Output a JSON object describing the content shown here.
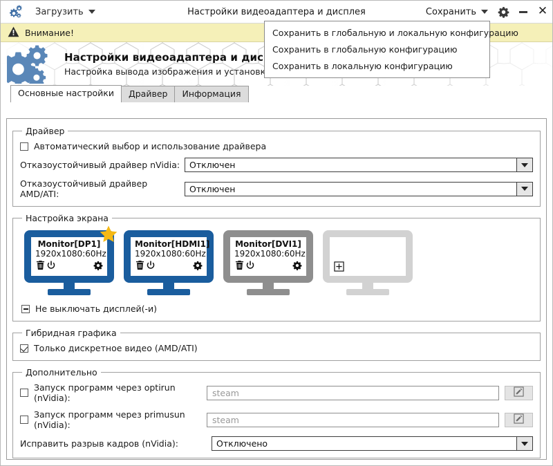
{
  "titlebar": {
    "logo_icon": "gears-icon",
    "load_menu_label": "Загрузить",
    "title": "Настройки видеоадаптера и дисплея",
    "save_menu_label": "Сохранить",
    "settings_icon": "gear-icon",
    "minimize_icon": "minimize-icon",
    "close_icon": "close-icon"
  },
  "dropdown": {
    "items": [
      "Сохранить в глобальную и локальную конфигурацию",
      "Сохранить в глобальную конфигурацию",
      "Сохранить в локальную конфигурацию"
    ]
  },
  "warning": {
    "icon": "warning-triangle-icon",
    "text": "Внимание!",
    "background": "#f5f0b8"
  },
  "banner": {
    "logo_icon": "gears-icon",
    "title": "Настройки видеоадаптера и дисплея",
    "subtitle": "Настройка вывода изображения и установка драйвера видеокарты",
    "accent_color": "#5a87b8"
  },
  "tabs": [
    {
      "label": "Основные настройки",
      "active": true
    },
    {
      "label": "Драйвер",
      "active": false
    },
    {
      "label": "Информация",
      "active": false
    }
  ],
  "driver_group": {
    "legend": "Драйвер",
    "auto_checkbox": {
      "label": "Автоматический выбор и использование драйвера",
      "state": "unchecked"
    },
    "nvidia": {
      "label": "Отказоустойчивый драйвер nVidia:",
      "value": "Отключен"
    },
    "amd": {
      "label": "Отказоустойчивый драйвер AMD/ATI:",
      "value": "Отключен"
    }
  },
  "screen_group": {
    "legend": "Настройка экрана",
    "monitors": [
      {
        "name": "Monitor[DP1]",
        "mode": "1920x1080:60Hz",
        "state": "active",
        "primary": true,
        "color": "#1a5d9e",
        "icons": [
          "trash-icon",
          "power-icon",
          "gear-icon"
        ]
      },
      {
        "name": "Monitor[HDMI1]",
        "mode": "1920x1080:60Hz",
        "state": "active",
        "primary": false,
        "color": "#1a5d9e",
        "icons": [
          "trash-icon",
          "power-icon",
          "gear-icon"
        ]
      },
      {
        "name": "Monitor[DVI1]",
        "mode": "1920x1080:60Hz",
        "state": "disabled",
        "primary": false,
        "color": "#8e8e8e",
        "icons": [
          "trash-icon",
          "power-icon",
          "gear-icon"
        ]
      },
      {
        "name": "",
        "mode": "",
        "state": "empty",
        "primary": false,
        "color": "#d2d2d2",
        "icons": [
          "plus-box-icon"
        ]
      }
    ],
    "keep_on_checkbox": {
      "label": "Не выключать дисплей(-и)",
      "state": "partial"
    }
  },
  "hybrid_group": {
    "legend": "Гибридная графика",
    "discrete_checkbox": {
      "label": "Только дискретное видео (AMD/ATI)",
      "state": "checked"
    }
  },
  "advanced_group": {
    "legend": "Дополнительно",
    "optirun": {
      "label": "Запуск программ через optirun (nVidia):",
      "state": "unchecked",
      "placeholder": "steam",
      "edit_icon": "edit-pencil-icon"
    },
    "primusrun": {
      "label": "Запуск программ через primusun (nVidia):",
      "state": "unchecked",
      "placeholder": "steam",
      "edit_icon": "edit-pencil-icon"
    },
    "tearfree": {
      "label": "Исправить разрыв кадров (nVidia):",
      "value": "Отключено"
    }
  }
}
